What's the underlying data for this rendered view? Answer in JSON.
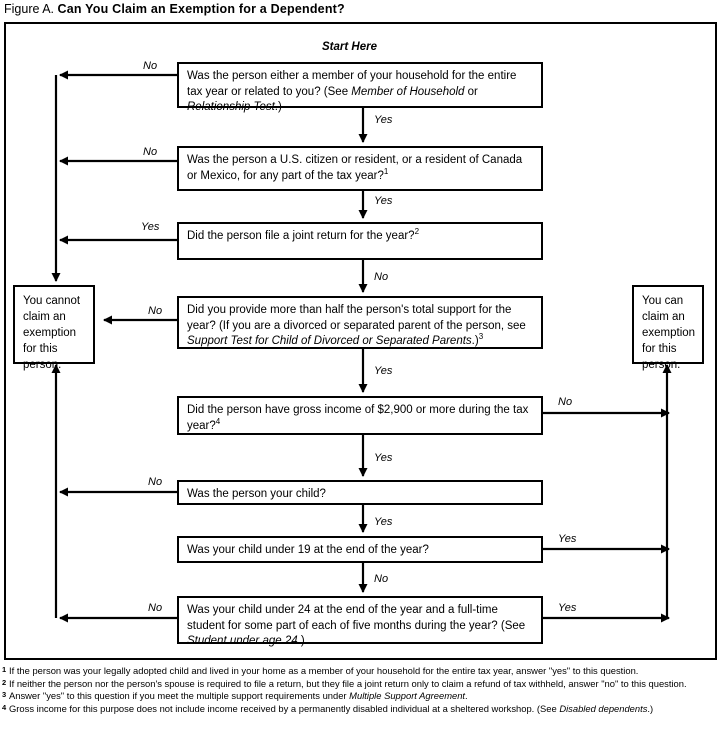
{
  "figure": {
    "label": "Figure A.",
    "title": "Can You Claim an Exemption for a Dependent?",
    "start_label": "Start Here"
  },
  "colors": {
    "ink": "#000000",
    "background": "#ffffff",
    "box_border": "#000000"
  },
  "chart_data": {
    "type": "diagram",
    "diagram_kind": "decision-flowchart",
    "title": "Can You Claim an Exemption for a Dependent?",
    "start_node": "q1",
    "nodes": [
      {
        "id": "q1",
        "kind": "decision",
        "text_html": "Was the person either a member of your household for the entire tax year or related to you? (See <i>Member of Household</i> or <i>Relationship Test</i>.)",
        "text": "Was the person either a member of your household for the entire tax year or related to you? (See Member of Household or Relationship Test.)"
      },
      {
        "id": "q2",
        "kind": "decision",
        "text_html": "Was the person a U.S. citizen or resident, or a resident of Canada or Mexico, for any part of the tax year?<sup>1</sup>",
        "text": "Was the person a U.S. citizen or resident, or a resident of Canada or Mexico, for any part of the tax year?1"
      },
      {
        "id": "q3",
        "kind": "decision",
        "text_html": "Did the person file a joint return for the year?<sup>2</sup>",
        "text": "Did the person file a joint return for the year?2"
      },
      {
        "id": "q4",
        "kind": "decision",
        "text_html": "Did you provide more than half the person's total support for the year? (If you are a divorced or separated parent of the person, see <i>Support Test for Child of Divorced or Separated Parents</i>.)<sup>3</sup>",
        "text": "Did you provide more than half the person's total support for the year? (If you are a divorced or separated parent of the person, see Support Test for Child of Divorced or Separated Parents.)3"
      },
      {
        "id": "q5",
        "kind": "decision",
        "text_html": "Did the person have gross income of $2,900 or more during the tax year?<sup>4</sup>",
        "text": "Did the person have gross income of $2,900 or more during the tax year?4"
      },
      {
        "id": "q6",
        "kind": "decision",
        "text_html": "Was the person your child?",
        "text": "Was the person your child?"
      },
      {
        "id": "q7",
        "kind": "decision",
        "text_html": "Was your child under 19 at the end of the year?",
        "text": "Was your child under 19 at the end of the year?"
      },
      {
        "id": "q8",
        "kind": "decision",
        "text_html": "Was your child under 24 at the end of the year and a full-time student for some part of each of five months during the year? (See <i>Student under age 24</i>.)",
        "text": "Was your child under 24 at the end of the year and a full-time student for some part of each of five months during the year? (See Student under age 24.)"
      },
      {
        "id": "cannot",
        "kind": "terminal",
        "text_html": "You cannot claim an exemption for this person.",
        "text": "You cannot claim an exemption for this person."
      },
      {
        "id": "can",
        "kind": "terminal",
        "text_html": "You can claim an exemption for this person.",
        "text": "You can claim an exemption for this person."
      }
    ],
    "edges": [
      {
        "from": "q1",
        "to": "cannot",
        "label": "No",
        "side": "left"
      },
      {
        "from": "q1",
        "to": "q2",
        "label": "Yes",
        "side": "down"
      },
      {
        "from": "q2",
        "to": "cannot",
        "label": "No",
        "side": "left"
      },
      {
        "from": "q2",
        "to": "q3",
        "label": "Yes",
        "side": "down"
      },
      {
        "from": "q3",
        "to": "cannot",
        "label": "Yes",
        "side": "left"
      },
      {
        "from": "q3",
        "to": "q4",
        "label": "No",
        "side": "down"
      },
      {
        "from": "q4",
        "to": "cannot",
        "label": "No",
        "side": "left"
      },
      {
        "from": "q4",
        "to": "q5",
        "label": "Yes",
        "side": "down"
      },
      {
        "from": "q5",
        "to": "can",
        "label": "No",
        "side": "right"
      },
      {
        "from": "q5",
        "to": "q6",
        "label": "Yes",
        "side": "down"
      },
      {
        "from": "q6",
        "to": "cannot",
        "label": "No",
        "side": "left"
      },
      {
        "from": "q6",
        "to": "q7",
        "label": "Yes",
        "side": "down"
      },
      {
        "from": "q7",
        "to": "can",
        "label": "Yes",
        "side": "right"
      },
      {
        "from": "q7",
        "to": "q8",
        "label": "No",
        "side": "down"
      },
      {
        "from": "q8",
        "to": "cannot",
        "label": "No",
        "side": "left"
      },
      {
        "from": "q8",
        "to": "can",
        "label": "Yes",
        "side": "right"
      }
    ]
  },
  "edge_labels": {
    "q1_no": "No",
    "q1_yes": "Yes",
    "q2_no": "No",
    "q2_yes": "Yes",
    "q3_yes": "Yes",
    "q3_no": "No",
    "q4_no": "No",
    "q4_yes": "Yes",
    "q5_no": "No",
    "q5_yes": "Yes",
    "q6_no": "No",
    "q6_yes": "Yes",
    "q7_yes": "Yes",
    "q7_no": "No",
    "q8_no": "No",
    "q8_yes": "Yes"
  },
  "footnotes": [
    {
      "mark": "1",
      "text_html": "If the person was your legally adopted child and lived in your home as a member of your household for the entire tax year, answer \"yes\" to this question.",
      "text": "If the person was your legally adopted child and lived in your home as a member of your household for the entire tax year, answer \"yes\" to this question."
    },
    {
      "mark": "2",
      "text_html": "If neither the person nor the person's spouse is required to file a return, but they file a joint return only to claim a refund of tax withheld, answer \"no\" to this question.",
      "text": "If neither the person nor the person's spouse is required to file a return, but they file a joint return only to claim a refund of tax withheld, answer \"no\" to this question."
    },
    {
      "mark": "3",
      "text_html": "Answer \"yes\" to this question if you meet the multiple support requirements under <i>Multiple Support Agreement</i>.",
      "text": "Answer \"yes\" to this question if you meet the multiple support requirements under Multiple Support Agreement."
    },
    {
      "mark": "4",
      "text_html": "Gross income for this purpose does not include income received by a permanently disabled individual at a sheltered workshop. (See <i>Disabled dependents</i>.)",
      "text": "Gross income for this purpose does not include income received by a permanently disabled individual at a sheltered workshop. (See Disabled dependents.)"
    }
  ]
}
